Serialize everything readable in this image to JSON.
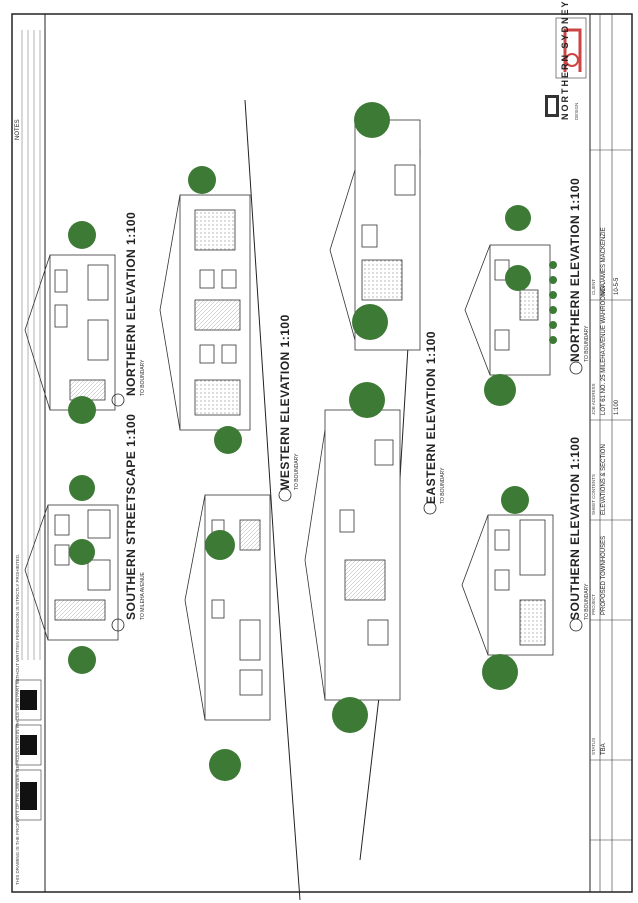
{
  "titleblock": {
    "brand_top": "DESIGN",
    "brand_name": "NORTHERN SYDNEY",
    "client_label": "CLIENT",
    "client": "MR JAMES MACKENZIE",
    "address_label": "JOB ADDRESS",
    "address": "LOT 61 NO. 25 MILEHA AVENUE WAHROONGA",
    "sheet_label": "SHEET CONTENTS",
    "sheet": "ELEVATIONS & SECTION",
    "project_label": "PROJECT",
    "project": "PROPOSED TOWNHOUSES",
    "status_label": "STATUS",
    "status": "TBA",
    "drawing_no": "10-5-5",
    "scale_note": "1:100"
  },
  "views": {
    "southern_streetscape": {
      "title": "SOUTHERN STREETSCAPE 1:100",
      "sub": "TO MILEHA AVENUE"
    },
    "northern_a": {
      "title": "NORTHERN ELEVATION 1:100",
      "sub": "TO BOUNDARY"
    },
    "western": {
      "title": "WESTERN ELEVATION 1:100",
      "sub": "TO BOUNDARY"
    },
    "eastern": {
      "title": "EASTERN ELEVATION 1:100",
      "sub": "TO BOUNDARY"
    },
    "southern": {
      "title": "SOUTHERN ELEVATION 1:100",
      "sub": "TO BOUNDARY"
    },
    "northern_b": {
      "title": "NORTHERN ELEVATION 1:100",
      "sub": "TO BOUNDARY"
    }
  },
  "notes": {
    "heading": "NOTES",
    "copyright": "THIS DRAWING IS THE PROPERTY OF THE OWNER. REPRODUCTION IN WHOLE OR IN PART WITHOUT WRITTEN PERMISSION IS STRICTLY PROHIBITED."
  }
}
